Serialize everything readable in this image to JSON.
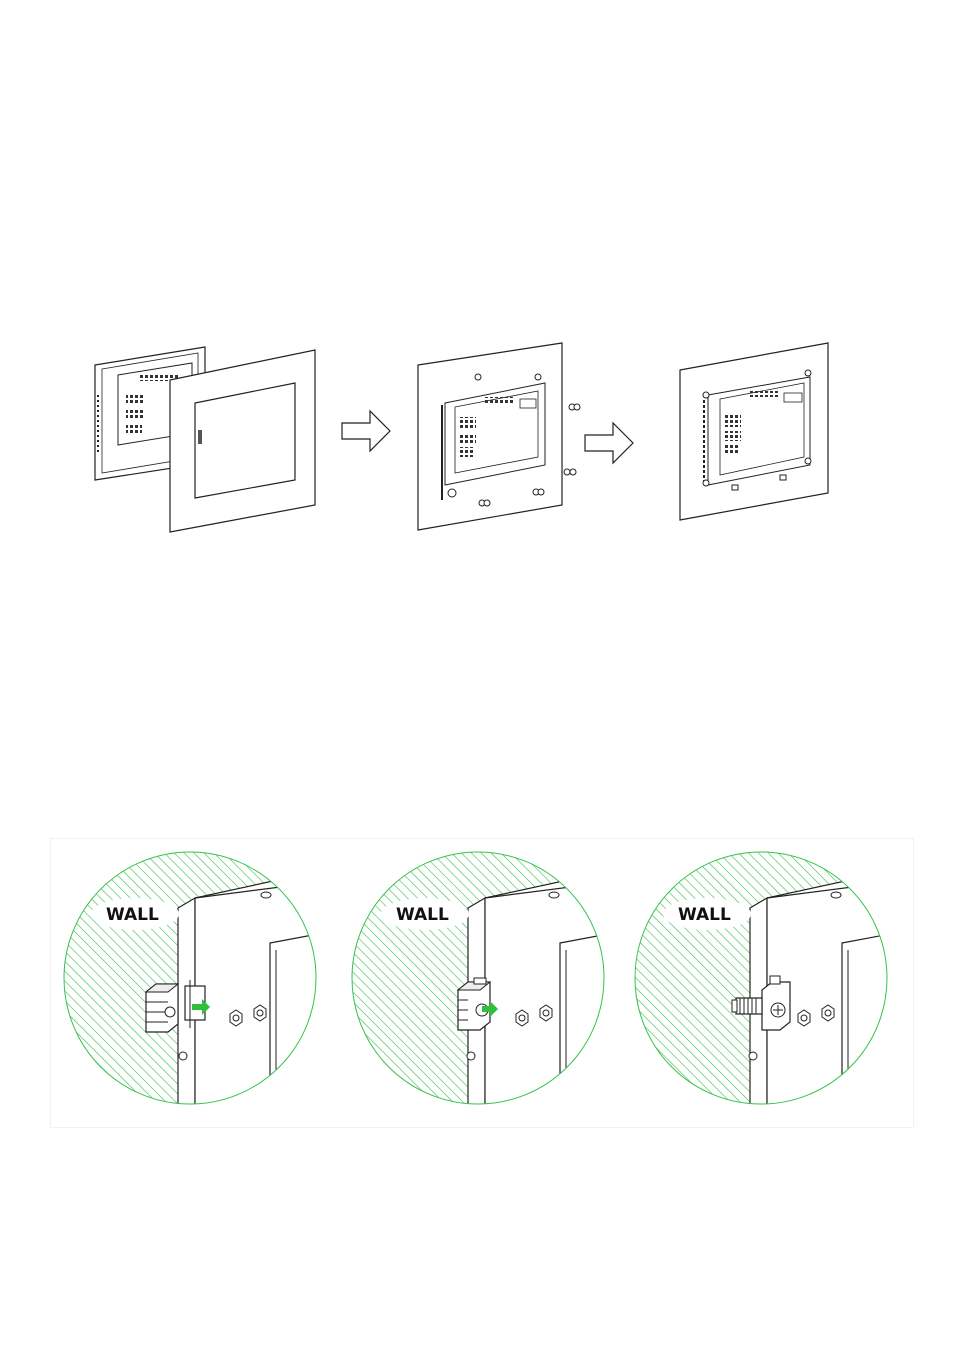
{
  "figures": {
    "panel_mount_steps": {
      "steps": 3,
      "arrow_icon": "right-arrow-icon"
    },
    "wall_clip_steps": {
      "labels": [
        "WALL",
        "WALL",
        "WALL"
      ],
      "hatch_color": "#35c24a",
      "push_arrow_color": "#2fbf3a",
      "line_color": "#222222"
    }
  }
}
